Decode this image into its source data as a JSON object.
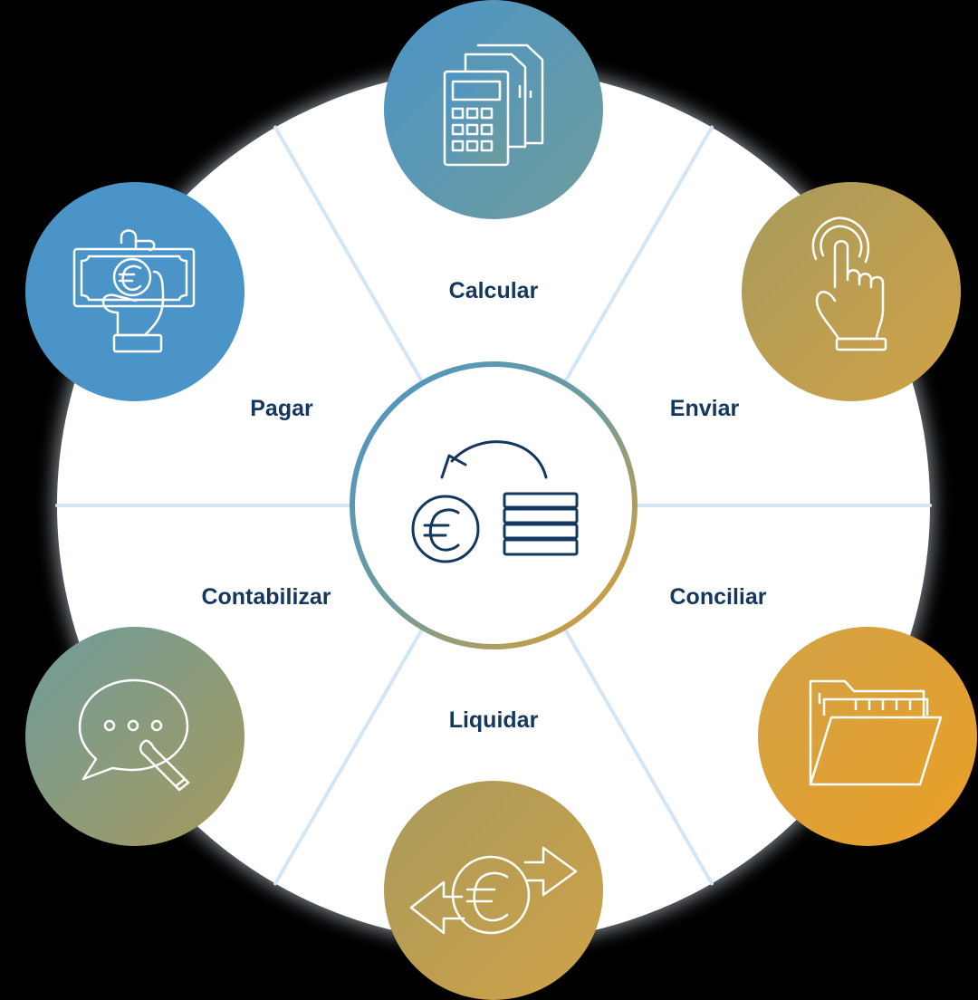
{
  "colors": {
    "background": "#000000",
    "wheel": "#ffffff",
    "divider": "#d3e6f6",
    "glow": "#e8f3ff",
    "label": "#13375f",
    "icon_line": "#ffffff",
    "center_icon": "#13375f",
    "blue": "#4b94c8",
    "slate_teal": "#6e9c9c",
    "olive": "#a79a5c",
    "gold": "#d1a247",
    "orange": "#ea9f25"
  },
  "center": {
    "icon": "euro-coins-exchange-icon"
  },
  "steps": [
    {
      "id": "calcular",
      "label": "Calcular",
      "icon": "calculator-document-icon"
    },
    {
      "id": "enviar",
      "label": "Enviar",
      "icon": "tap-finger-icon"
    },
    {
      "id": "conciliar",
      "label": "Conciliar",
      "icon": "open-folder-icon"
    },
    {
      "id": "liquidar",
      "label": "Liquidar",
      "icon": "euro-exchange-arrows-icon"
    },
    {
      "id": "contabilizar",
      "label": "Contabilizar",
      "icon": "chat-pencil-icon"
    },
    {
      "id": "pagar",
      "label": "Pagar",
      "icon": "hand-banknote-icon"
    }
  ]
}
